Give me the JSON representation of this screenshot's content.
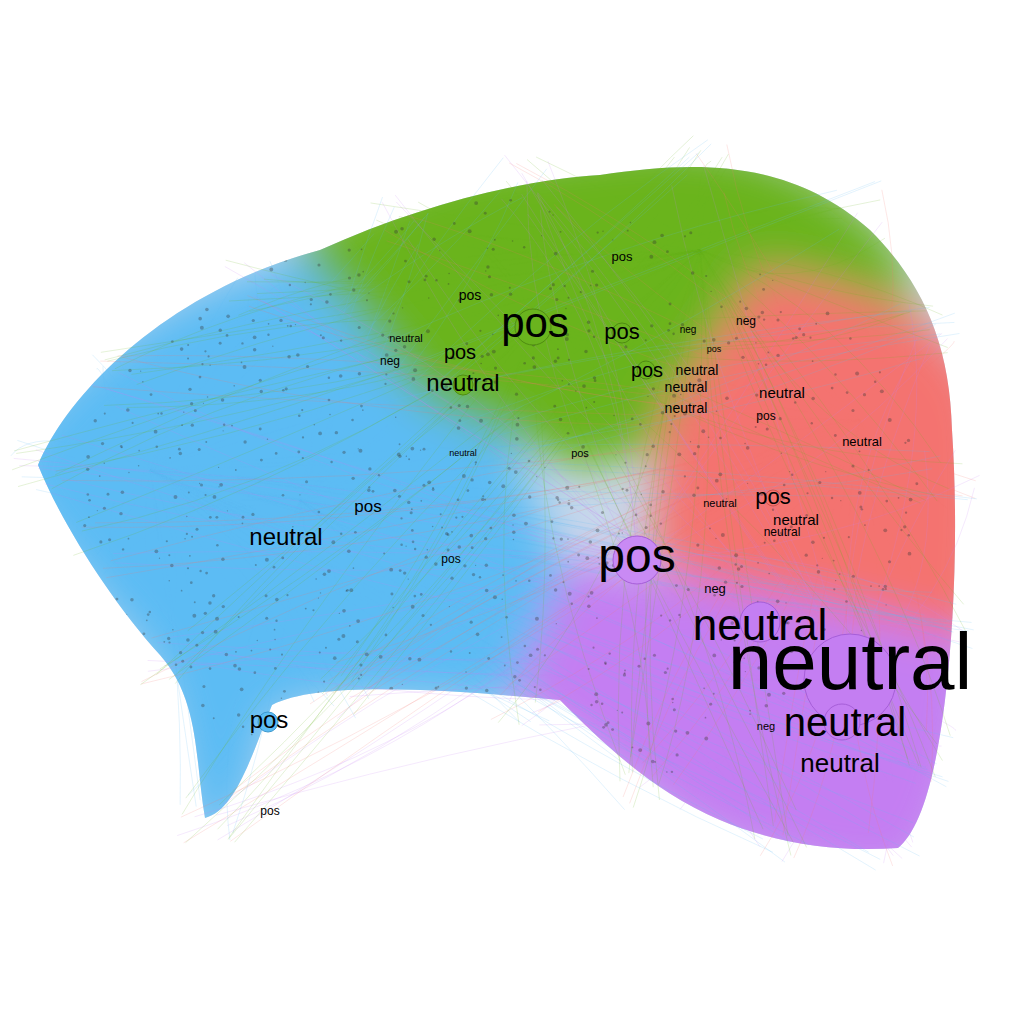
{
  "diagram": {
    "labels": [
      "pos",
      "pos",
      "pos",
      "neutral",
      "pos",
      "pos",
      "pos",
      "neutral",
      "neutral",
      "neutral",
      "neg",
      "neutral",
      "neutral",
      "pos",
      "neutral",
      "neutral",
      "pos",
      "pos",
      "neutral",
      "neutral",
      "neutral",
      "neutral",
      "pos",
      "pos",
      "neg",
      "neutral",
      "pos",
      "neutral",
      "neg",
      "neutral",
      "pos",
      "neg",
      "pos",
      "pos",
      "neg",
      "neutral"
    ]
  }
}
